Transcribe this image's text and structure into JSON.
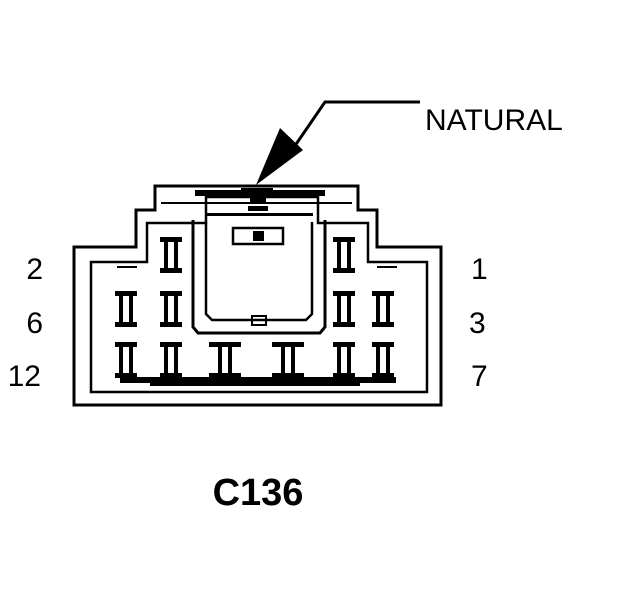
{
  "diagram": {
    "callout": {
      "label": "NATURAL"
    },
    "connector": {
      "id": "C136"
    },
    "pin_labels": {
      "left": [
        "2",
        "6",
        "12"
      ],
      "right": [
        "1",
        "3",
        "7"
      ]
    }
  }
}
